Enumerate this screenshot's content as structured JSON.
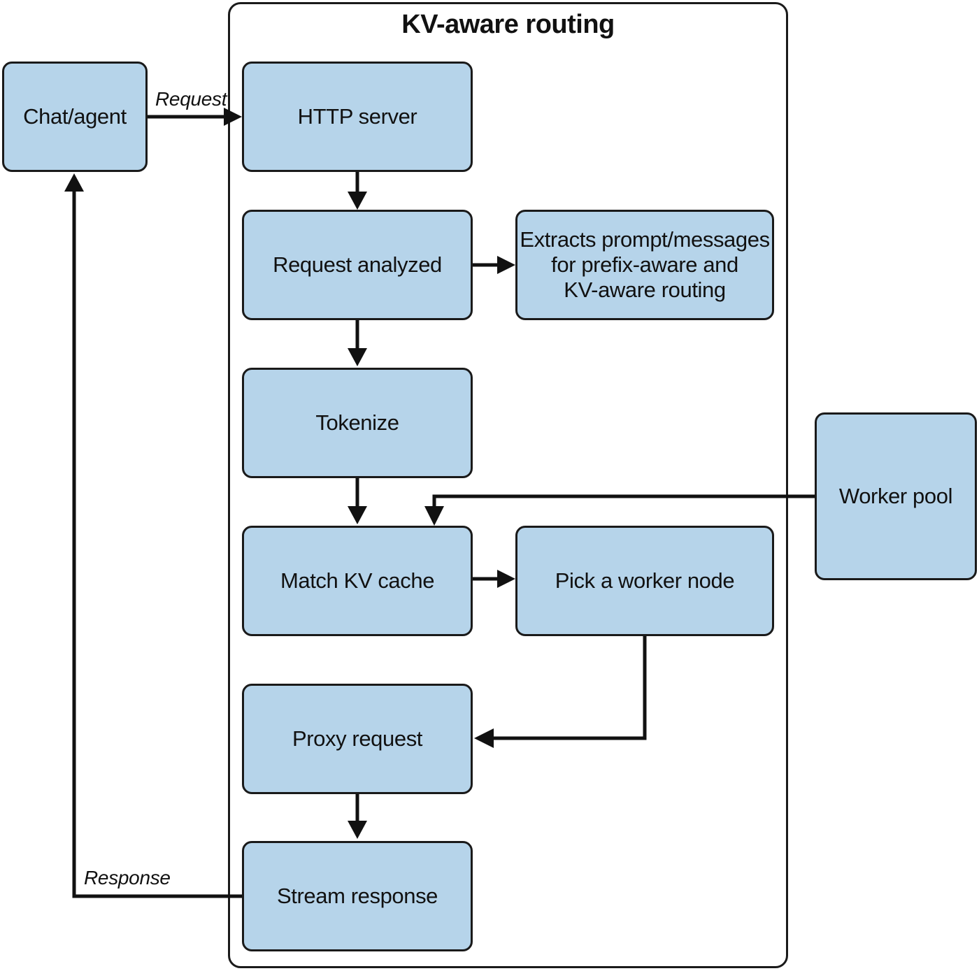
{
  "container": {
    "title": "KV-aware routing"
  },
  "nodes": {
    "chat": "Chat/agent",
    "http": "HTTP server",
    "analyze": "Request analyzed",
    "extract": [
      "Extracts prompt/messages",
      "for prefix-aware and",
      "KV-aware routing"
    ],
    "tokenize": "Tokenize",
    "match": "Match KV cache",
    "pick": "Pick a worker node",
    "worker_pool": "Worker pool",
    "proxy": "Proxy request",
    "stream": "Stream response"
  },
  "edge_labels": {
    "request": "Request",
    "response": "Response"
  },
  "colors": {
    "node_fill": "#b6d4ea",
    "stroke": "#1a1a1a"
  }
}
